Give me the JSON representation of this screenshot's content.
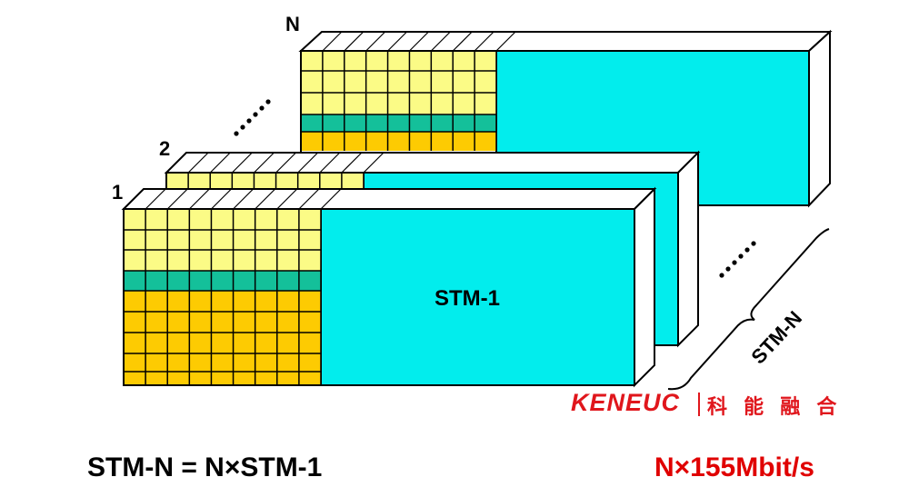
{
  "diagram": {
    "frame_labels": {
      "first": "1",
      "second": "2",
      "last": "N"
    },
    "payload_label": "STM-1",
    "brace_label": "STM-N",
    "ellipsis": "......",
    "equation": "STM-N = N×STM-1",
    "rate": "N×155Mbit/s"
  },
  "logo": {
    "text": "KENEUC",
    "chinese": "科 能 融 合"
  },
  "colors": {
    "header_yellow": "#fbfb86",
    "pointer_green": "#14c09a",
    "overhead_orange": "#fdcb02",
    "payload_cyan": "#02eded",
    "rate_red": "#e00000",
    "logo_red": "#e0161c"
  }
}
